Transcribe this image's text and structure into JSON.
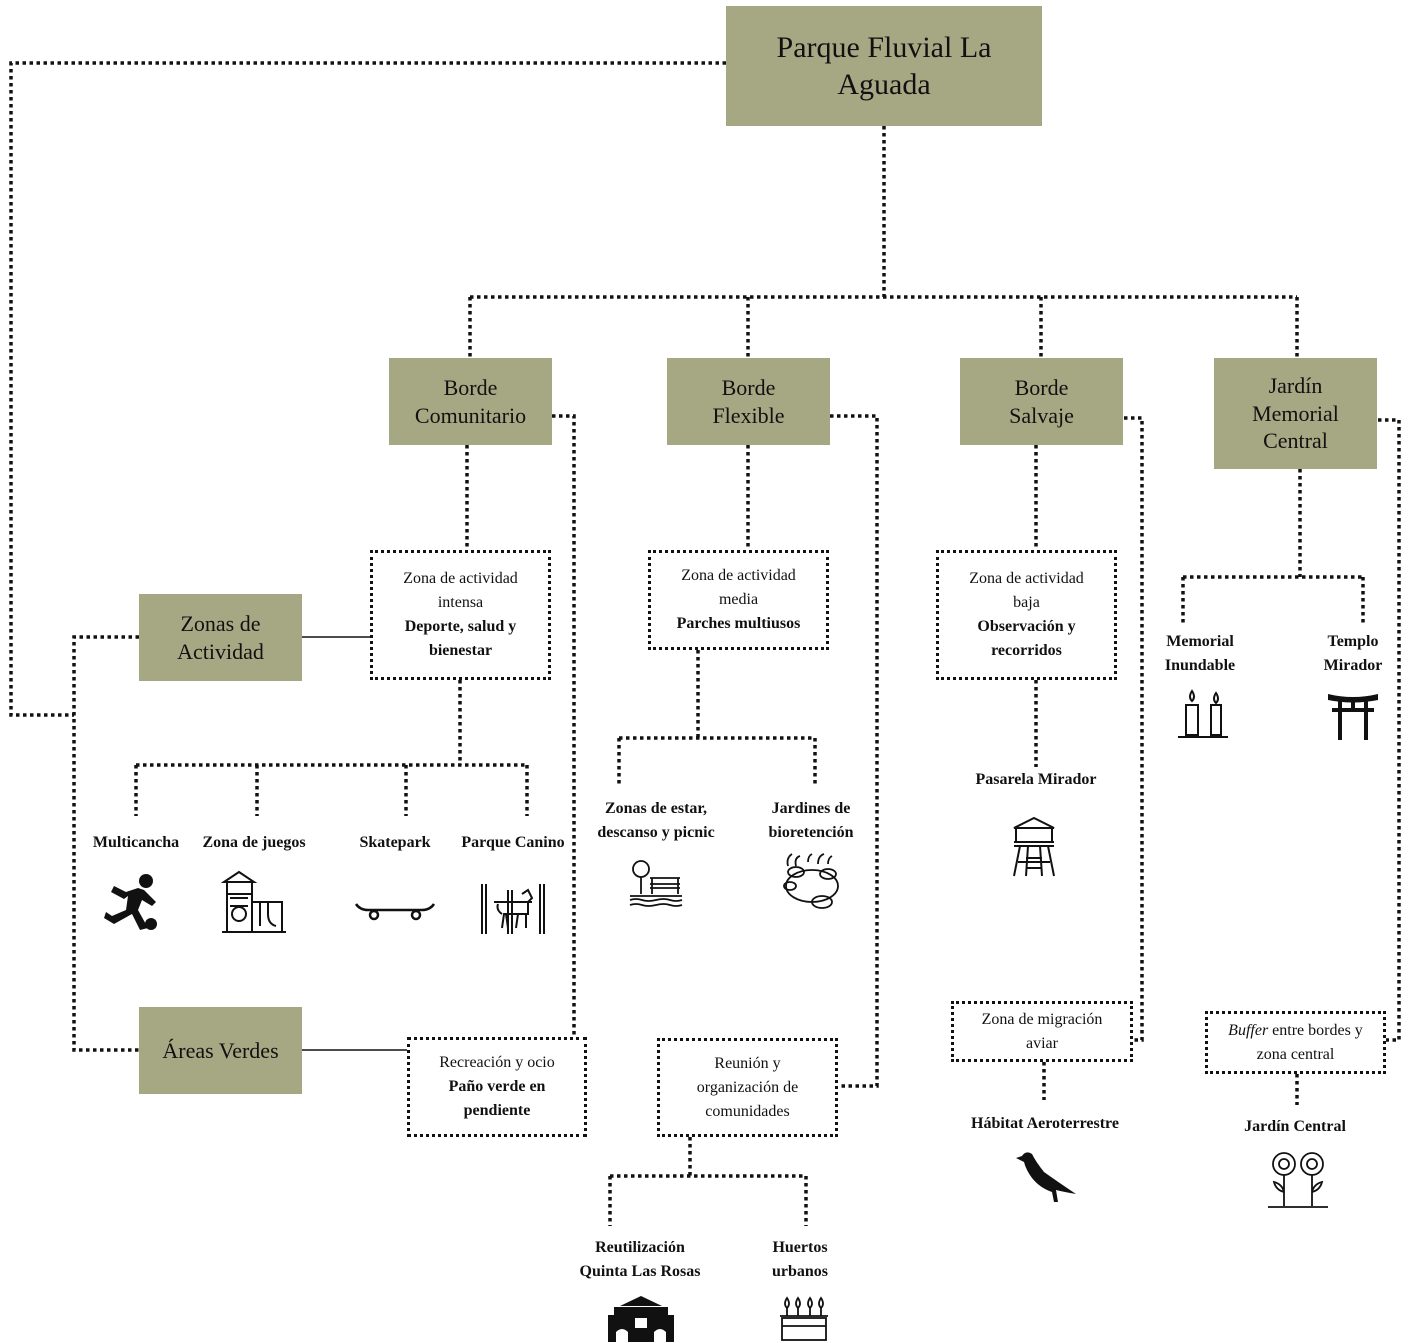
{
  "root": {
    "title": "Parque Fluvial La\nAguada"
  },
  "borders": {
    "comunitario": "Borde\nComunitario",
    "flexible": "Borde\nFlexible",
    "salvaje": "Borde\nSalvaje",
    "jardin": "Jardín\nMemorial\nCentral"
  },
  "categories": {
    "zonas_actividad": "Zonas de\nActividad",
    "areas_verdes": "Áreas Verdes"
  },
  "zones": {
    "intensa": {
      "line1": "Zona de actividad",
      "line2": "intensa",
      "bold1": "Deporte, salud y",
      "bold2": "bienestar"
    },
    "media": {
      "line1": "Zona de actividad",
      "line2": "media",
      "bold1": "Parches multiusos"
    },
    "baja": {
      "line1": "Zona de actividad",
      "line2": "baja",
      "bold1": "Observación y",
      "bold2": "recorridos"
    },
    "recreacion": {
      "line1": "Recreación y ocio",
      "bold1": "Paño verde en",
      "bold2": "pendiente"
    },
    "reunion": {
      "line1": "Reunión y",
      "line2": "organización de",
      "line3": "comunidades"
    },
    "migracion": {
      "line1": "Zona de migración",
      "line2": "aviar"
    },
    "buffer": {
      "italic": "Buffer",
      "rest": " entre bordes y",
      "line2": "zona central"
    }
  },
  "leaves": {
    "multicancha": "Multicancha",
    "zona_juegos": "Zona de juegos",
    "skatepark": "Skatepark",
    "parque_canino": "Parque Canino",
    "zonas_estar": "Zonas de estar,\ndescanso y picnic",
    "jardines_bioretencion": "Jardines de\nbioretención",
    "pasarela": "Pasarela Mirador",
    "memorial": "Memorial\nInundable",
    "templo": "Templo\nMirador",
    "habitat": "Hábitat Aeroterrestre",
    "jardin_central": "Jardín Central",
    "reutilizacion": "Reutilización\nQuinta Las Rosas",
    "huertos": "Huertos\nurbanos"
  },
  "icons": [
    "soccer-player-icon",
    "playground-icon",
    "skateboard-icon",
    "dog-park-icon",
    "picnic-bench-icon",
    "bioretention-garden-icon",
    "watchtower-icon",
    "candles-icon",
    "torii-gate-icon",
    "bird-icon",
    "flowers-icon",
    "house-icon",
    "planter-icon"
  ],
  "colors": {
    "node_fill": "#a6a884",
    "line": "#111111"
  }
}
